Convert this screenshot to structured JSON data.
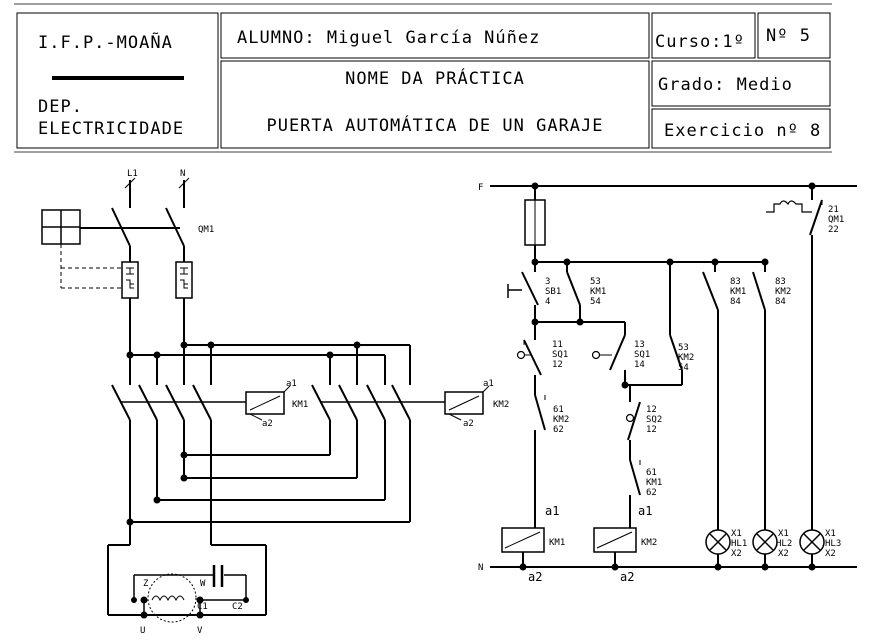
{
  "title_block": {
    "school": "I.F.P.-MOAÑA",
    "department_line1": "DEP.",
    "department_line2": "ELECTRICIDADE",
    "student": "ALUMNO: Miguel García Núñez",
    "practice_heading": "NOME DA PRÁCTICA",
    "practice_name": "PUERTA AUTOMÁTICA DE UN GARAJE",
    "course": "Curso:1º",
    "number": "Nº 5",
    "grade": "Grado: Medio",
    "exercise": "Exercicio nº 8"
  },
  "power_circuit": {
    "line_l1": "L1",
    "line_n": "N",
    "breaker": "QM1",
    "km1_label": "KM1",
    "km2_label": "KM2",
    "coil_a1": "a1",
    "coil_a2": "a2",
    "motor_terminals": {
      "z": "Z",
      "w": "W",
      "c1": "C1",
      "c2": "C2",
      "u": "U",
      "v": "V"
    }
  },
  "control_circuit": {
    "rail_f": "F",
    "rail_n": "N",
    "sb1": [
      "3",
      "SB1",
      "4"
    ],
    "km1_aux_a": [
      "53",
      "KM1",
      "54"
    ],
    "sq1_nc": [
      "11",
      "SQ1",
      "12"
    ],
    "sq1_no": [
      "13",
      "SQ1",
      "14"
    ],
    "km2_aux_b": [
      "53",
      "KM2",
      "54"
    ],
    "km2_interlock": [
      "61",
      "KM2",
      "62"
    ],
    "sq2": [
      "12",
      "SQ2",
      "12"
    ],
    "km1_interlock": [
      "61",
      "KM1",
      "62"
    ],
    "km1_lamp_contact": [
      "83",
      "KM1",
      "84"
    ],
    "km2_lamp_contact": [
      "83",
      "KM2",
      "84"
    ],
    "qm1_aux": [
      "21",
      "QM1",
      "22"
    ],
    "coil_km1": "KM1",
    "coil_km2": "KM2",
    "coil_top": "a1",
    "coil_bottom": "a2",
    "lamps": [
      {
        "x1": "X1",
        "name": "HL1",
        "x2": "X2"
      },
      {
        "x1": "X1",
        "name": "HL2",
        "x2": "X2"
      },
      {
        "x1": "X1",
        "name": "HL3",
        "x2": "X2"
      }
    ]
  }
}
